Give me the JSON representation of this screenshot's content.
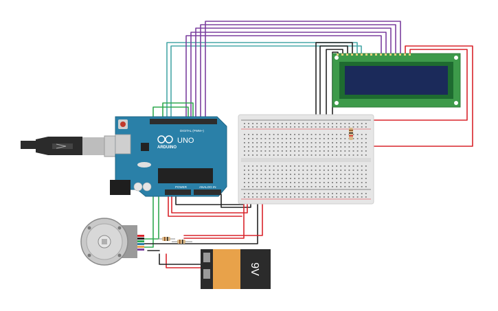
{
  "arduino": {
    "logo_text": "ARDUINO",
    "model_text": "UNO",
    "digital_label": "DIGITAL (PWM~)",
    "power_label": "POWER",
    "analog_label": "ANALOG IN"
  },
  "battery": {
    "label": "9V"
  },
  "lcd": {
    "pin_count": 16
  },
  "colors": {
    "arduino_board": "#2a80a8",
    "lcd_pcb": "#3d9a4a",
    "lcd_screen": "#1b2a5a",
    "battery_body": "#e8a24a",
    "battery_cap": "#2b2b2b",
    "breadboard": "#e6e6e6",
    "wire_red": "#d9232a",
    "wire_black": "#222222",
    "wire_purple": "#7b3f9e",
    "wire_teal": "#46a7a7",
    "wire_green": "#2fa84f"
  }
}
